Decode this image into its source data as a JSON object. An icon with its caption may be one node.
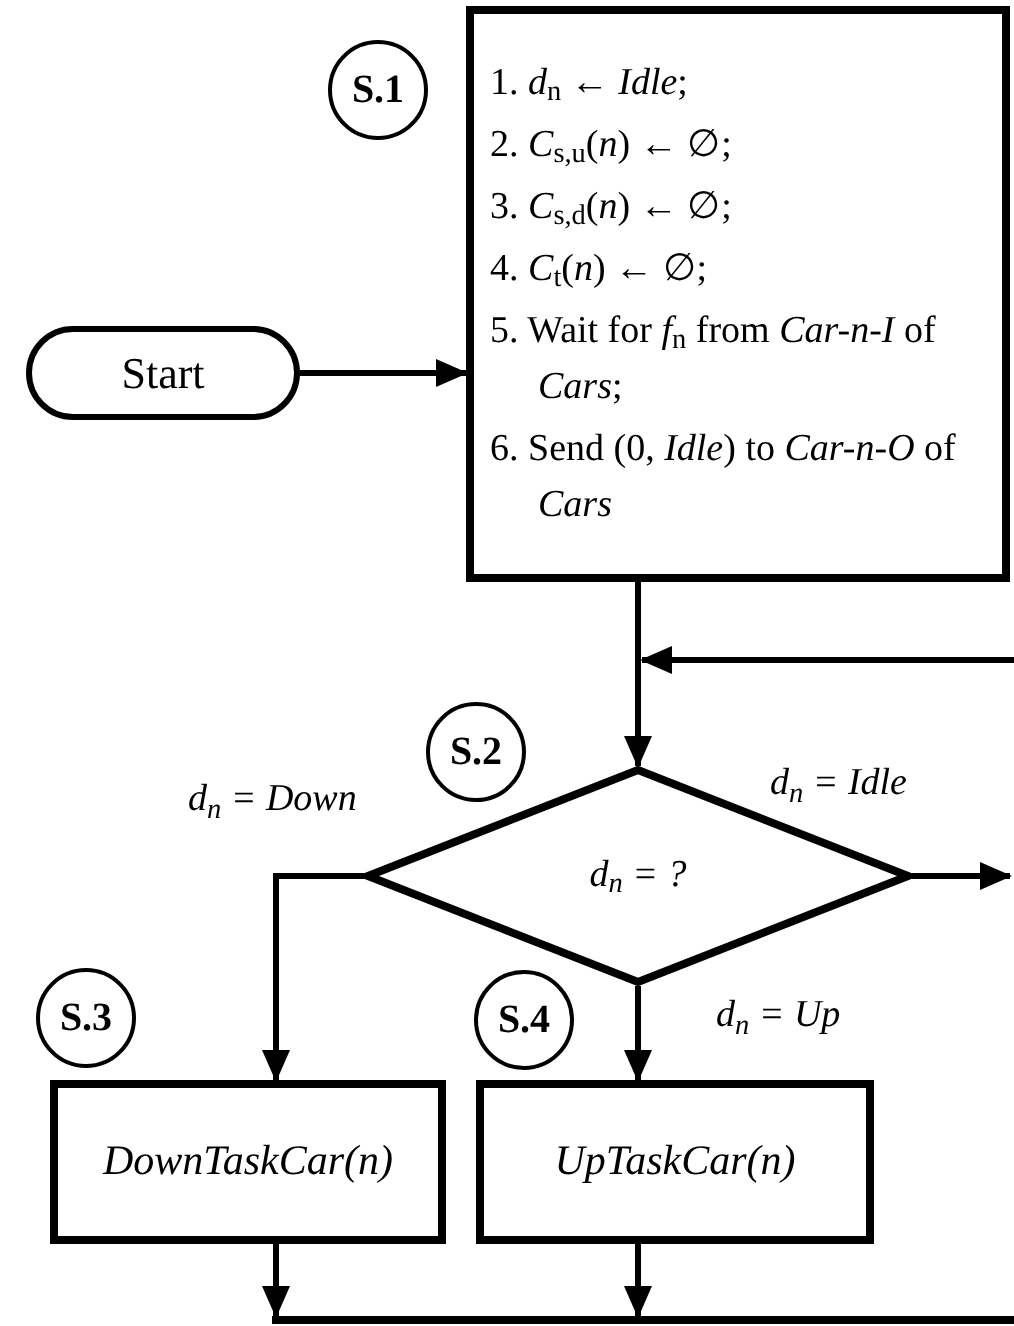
{
  "diagram": {
    "nodes": [
      {
        "text": [
          "Start"
        ]
      },
      {
        "text": [
          "1. *d*$_{n}$ ← *Idle*;",
          "2. *C*$_{s,u}$(*n*) ← ∅;",
          "3. *C*$_{s,d}$(*n*) ← ∅;",
          "4. *C*$_{t}$(*n*) ← ∅;",
          "5. Wait for *f*$_{n}$ from *Car-n-I* of *Cars*;",
          "6. Send (0, *Idle*) to *Car-n-O* of *Cars*"
        ],
        "beside": [
          "S.1"
        ]
      },
      {
        "text": [
          "d$_{n}$ = ?"
        ],
        "beside": [
          "S.2"
        ]
      },
      {
        "text": [
          "DownTaskCar(n)"
        ],
        "beside": [
          "S.3"
        ]
      },
      {
        "text": [
          "UpTaskCar(n)"
        ],
        "beside": [
          "S.4"
        ]
      }
    ],
    "edges": [
      {
        "from": 0,
        "to": 1,
        "arrow": "to"
      },
      {
        "from": 1,
        "to": 2,
        "arrow": "to"
      },
      {
        "from": null,
        "to": 2,
        "arrow": "to"
      },
      {
        "from": 2,
        "to": 3,
        "arrow": "to",
        "label": "d$_{n}$ = Down"
      },
      {
        "from": 2,
        "to": 4,
        "arrow": "to",
        "label": "d$_{n}$ = Up"
      },
      {
        "from": 2,
        "to": null,
        "arrow": "to",
        "label": "d$_{n}$ = Idle"
      },
      {
        "from": 3,
        "to": null,
        "arrow": "to"
      },
      {
        "from": 4,
        "to": null,
        "arrow": "to"
      }
    ]
  }
}
